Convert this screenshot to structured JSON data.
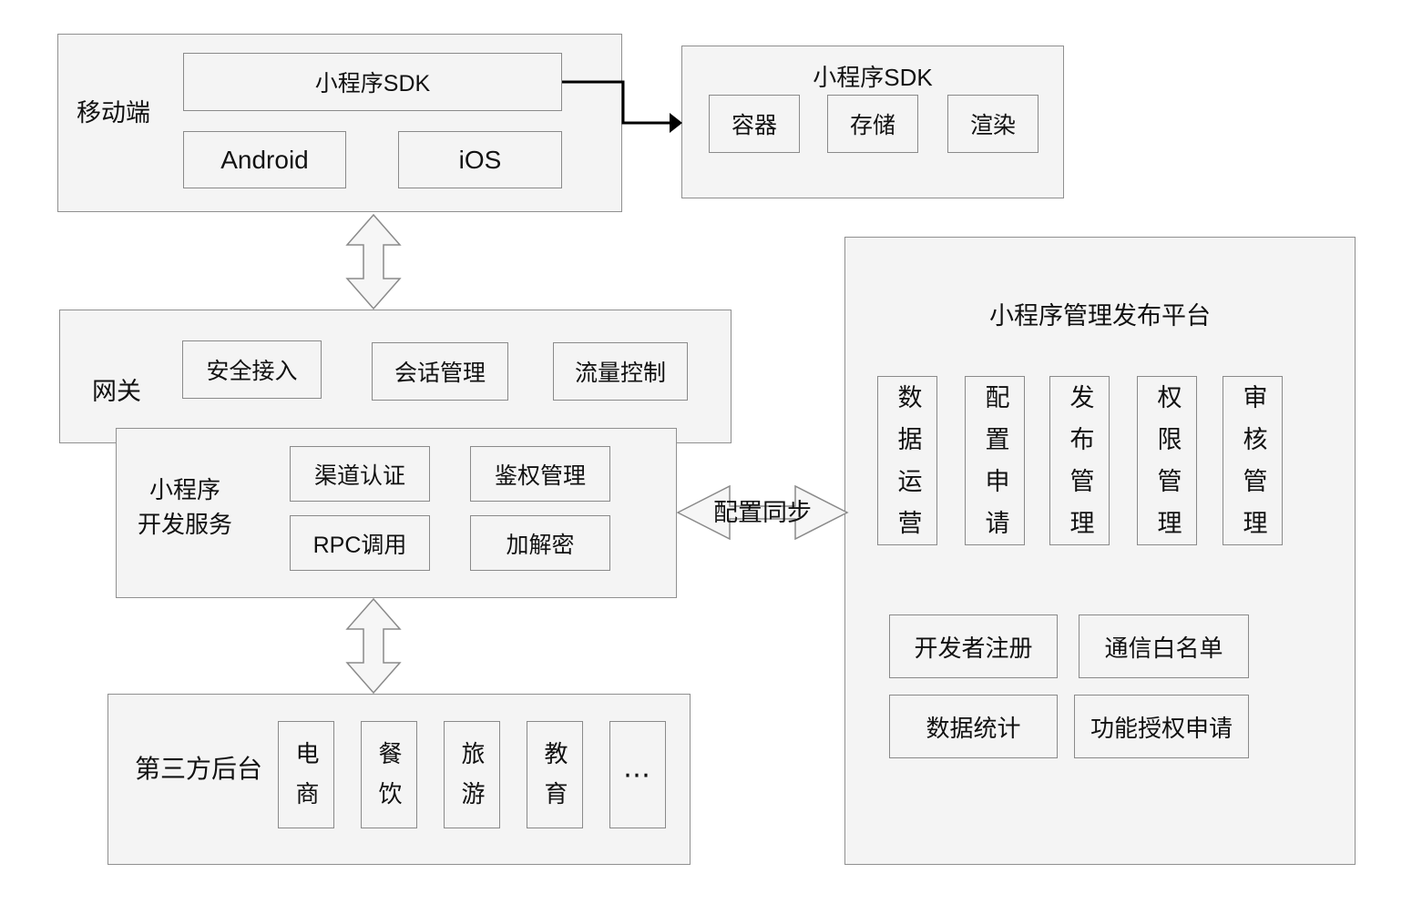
{
  "mobile": {
    "label": "移动端",
    "sdk_label": "小程序SDK",
    "platforms": [
      "Android",
      "iOS"
    ]
  },
  "sdk_panel": {
    "title": "小程序SDK",
    "items": [
      "容器",
      "存储",
      "渲染"
    ]
  },
  "gateway": {
    "label": "网关",
    "items": [
      "安全接入",
      "会话管理",
      "流量控制"
    ]
  },
  "dev_service": {
    "label_line1": "小程序",
    "label_line2": "开发服务",
    "items": [
      "渠道认证",
      "鉴权管理",
      "RPC调用",
      "加解密"
    ]
  },
  "third_party": {
    "label": "第三方后台",
    "items": [
      "电商",
      "餐饮",
      "旅游",
      "教育",
      "⋯"
    ]
  },
  "platform": {
    "title": "小程序管理发布平台",
    "columns": [
      "数据运营",
      "配置申请",
      "发布管理",
      "权限管理",
      "审核管理"
    ],
    "features": [
      "开发者注册",
      "通信白名单",
      "数据统计",
      "功能授权申请"
    ]
  },
  "arrows": {
    "sync_label": "配置同步"
  },
  "colors": {
    "box_fill": "#f4f4f4",
    "box_border": "#909090",
    "arrow_fill": "#f6f6f6",
    "arrow_border": "#8a8a8a",
    "connector": "#000000",
    "text": "#111111"
  }
}
